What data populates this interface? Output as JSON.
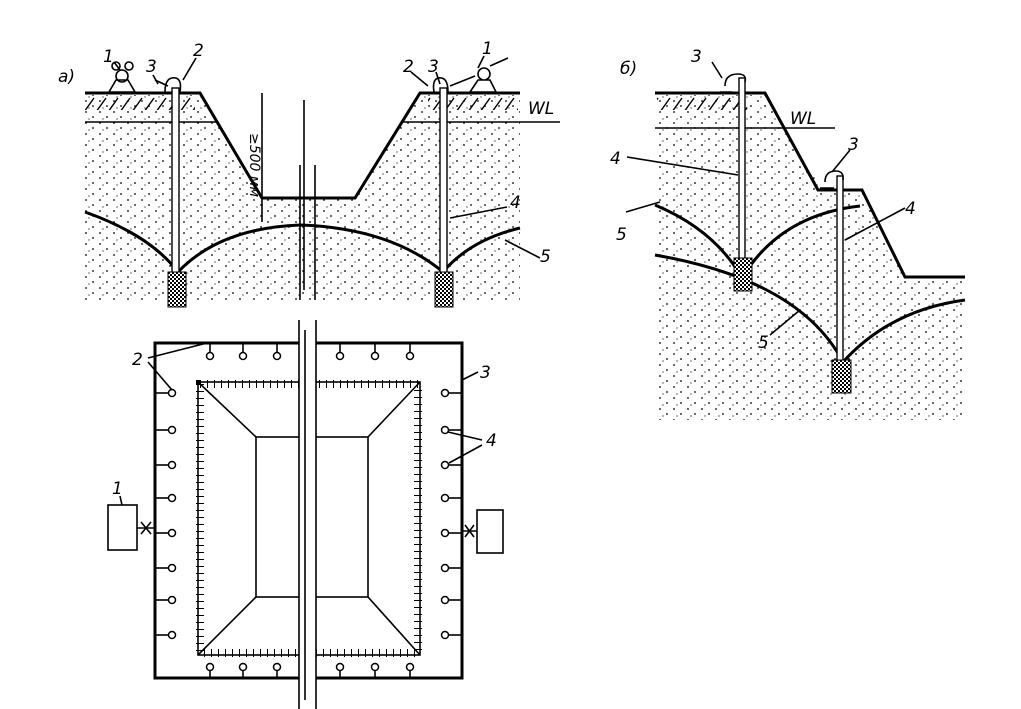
{
  "figure_a": {
    "label": "а)",
    "callouts": {
      "pump_left": "1",
      "header_left": "3",
      "well_left": "2",
      "well_right": "2",
      "header_right": "3",
      "pump_right": "1",
      "water_level": "WL",
      "pipe": "4",
      "depression_curve": "5"
    },
    "dimension": "≥500 мм"
  },
  "plan": {
    "callouts": {
      "wells": "2",
      "header": "3",
      "wellpoints": "4",
      "pump": "1"
    }
  },
  "figure_b": {
    "label": "б)",
    "callouts": {
      "header_upper": "3",
      "water_level": "WL",
      "pipe_upper": "4",
      "header_lower": "3",
      "pipe_lower": "4",
      "curve_upper": "5",
      "curve_lower": "5"
    }
  }
}
